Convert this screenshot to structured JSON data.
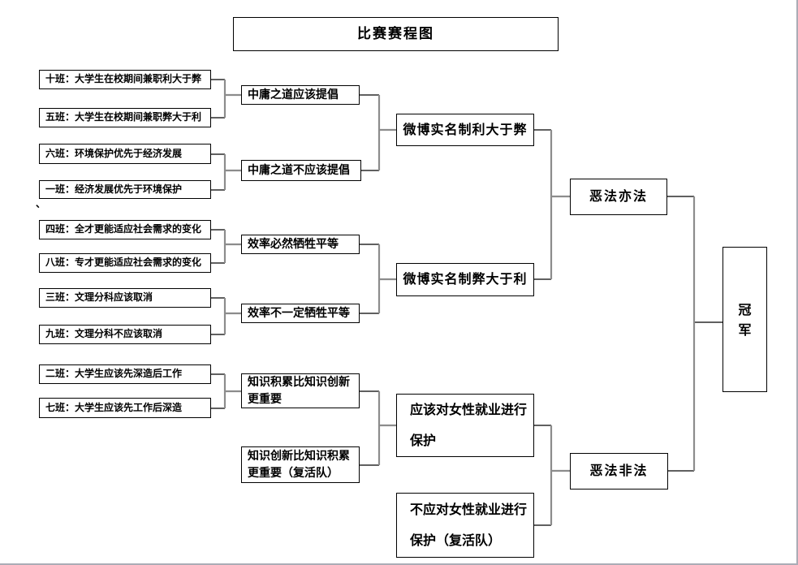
{
  "title": "比赛赛程图",
  "stray_mark": "、",
  "colors": {
    "background": "#ffffff",
    "box_border": "#000000",
    "stub_line": "#000000",
    "bracket_line": "#8c8c8c",
    "frame_edge": "#abacb6"
  },
  "round1": [
    "十班：大学生在校期间兼职利大于弊",
    "五班：大学生在校期间兼职弊大于利",
    "六班：环境保护优先于经济发展",
    "一班：经济发展优先于环境保护",
    "四班：全才更能适应社会需求的变化",
    "八班：专才更能适应社会需求的变化",
    "三班：文理分科应该取消",
    "九班：文理分科不应该取消",
    "二班：大学生应该先深造后工作",
    "七班：大学生应该先工作后深造"
  ],
  "round2": [
    "中庸之道应该提倡",
    "中庸之道不应该提倡",
    "效率必然牺牲平等",
    "效率不一定牺牲平等",
    "知识积累比知识创新\n更重要",
    "知识创新比知识积累\n更重要（复活队）"
  ],
  "round3": [
    "微博实名制利大于弊",
    "微博实名制弊大于利",
    "应该对女性就业进行\n保护",
    "不应对女性就业进行\n保护（复活队）"
  ],
  "finals": [
    "恶法亦法",
    "恶法非法"
  ],
  "champion": "冠\n军"
}
